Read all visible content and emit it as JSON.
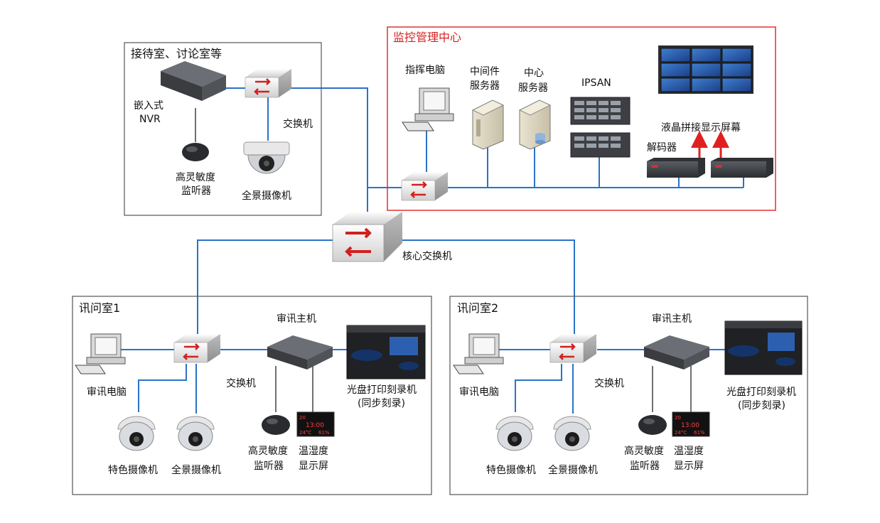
{
  "colors": {
    "link": "#2a73c8",
    "center_border": "#e03030",
    "arrow": "#e02020",
    "box_border": "#555555"
  },
  "reception": {
    "title": "接待室、讨论室等",
    "nvr": [
      "嵌入式",
      "NVR"
    ],
    "switch": "交换机",
    "mic": [
      "高灵敏度",
      "监听器"
    ],
    "camera": "全景摄像机"
  },
  "center": {
    "title": "监控管理中心",
    "command_pc": "指挥电脑",
    "middleware": [
      "中间件",
      "服务器"
    ],
    "central_server": [
      "中心",
      "服务器"
    ],
    "ipsan": "IPSAN",
    "video_wall": "液晶拼接显示屏幕",
    "decoder": "解码器"
  },
  "core": {
    "label": "核心交换机"
  },
  "room1": {
    "title": "讯问室1",
    "host": "审讯主机",
    "pc": "审讯电脑",
    "switch": "交换机",
    "burner": [
      "光盘打印刻录机",
      "(同步刻录)"
    ],
    "cam_special": "特色摄像机",
    "cam_pano": "全景摄像机",
    "mic": [
      "高灵敏度",
      "监听器"
    ],
    "th_display": [
      "温湿度",
      "显示屏"
    ]
  },
  "room2": {
    "title": "讯问室2",
    "host": "审讯主机",
    "pc": "审讯电脑",
    "switch": "交换机",
    "burner": [
      "光盘打印刻录机",
      "(同步刻录)"
    ],
    "cam_special": "特色摄像机",
    "cam_pano": "全景摄像机",
    "mic": [
      "高灵敏度",
      "监听器"
    ],
    "th_display": [
      "温湿度",
      "显示屏"
    ]
  },
  "th_readout": {
    "date": "20",
    "time": "13:00",
    "temp": "24°C",
    "humidity": "61%"
  }
}
